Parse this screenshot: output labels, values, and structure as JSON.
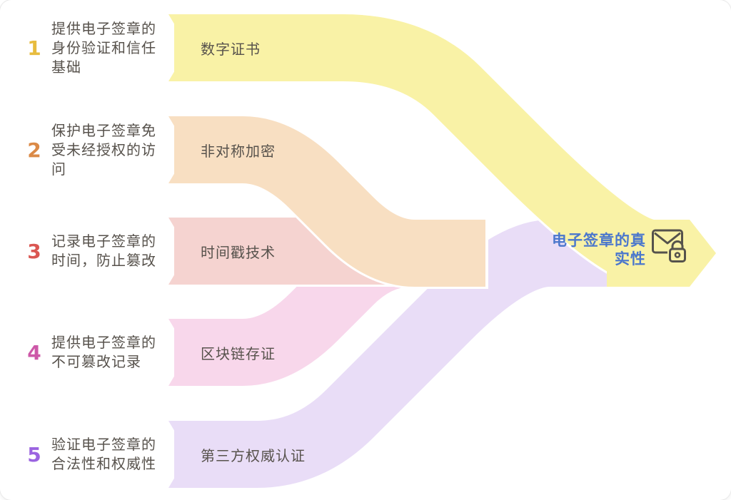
{
  "text_color": "#57524C",
  "items": [
    {
      "number": "1",
      "number_color": "#E7BC3F",
      "description": "提供电子签章的身份验证和信任基础",
      "banner_label": "数字证书",
      "band_color": "#F9F2A6"
    },
    {
      "number": "2",
      "number_color": "#DB8A47",
      "description": "保护电子签章免受未经授权的访问",
      "banner_label": "非对称加密",
      "band_color": "#F8DFC2"
    },
    {
      "number": "3",
      "number_color": "#DA5752",
      "description": "记录电子签章的时间，防止篡改",
      "banner_label": "时间戳技术",
      "band_color": "#F5D3D0"
    },
    {
      "number": "4",
      "number_color": "#CD58A8",
      "description": "提供电子签章的不可篡改记录",
      "banner_label": "区块链存证",
      "band_color": "#F8D7EB"
    },
    {
      "number": "5",
      "number_color": "#9B64E0",
      "description": "验证电子签章的合法性和权威性",
      "banner_label": "第三方权威认证",
      "band_color": "#E9DDF7"
    }
  ],
  "result": {
    "title": "电子签章的真实性",
    "title_color": "#4B77CC",
    "band_color": "#F9F2A6",
    "icon": "envelope-lock",
    "icon_color": "#55524C"
  }
}
